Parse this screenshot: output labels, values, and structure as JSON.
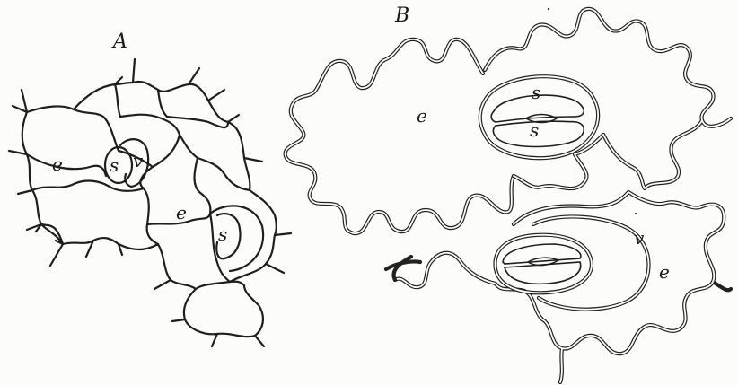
{
  "panels": {
    "a": {
      "title": "A",
      "labels": {
        "epidermis_1": "e",
        "epidermis_2": "e",
        "stoma_1": "s",
        "stoma_2": "s",
        "subsidiary": "v"
      }
    },
    "b": {
      "title": "B",
      "labels": {
        "epidermis_1": "e",
        "epidermis_2": "e",
        "stoma_1a": "s",
        "stoma_1b": "s",
        "subsidiary": "v"
      }
    }
  }
}
